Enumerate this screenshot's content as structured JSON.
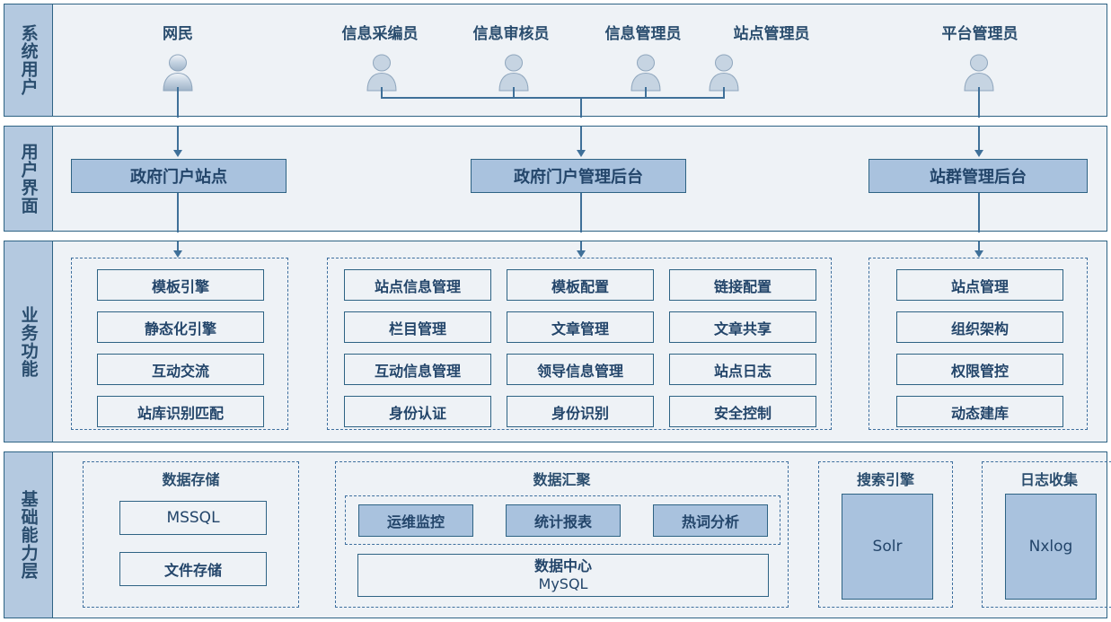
{
  "bands": [
    {
      "id": "users",
      "label": "系统用户"
    },
    {
      "id": "ui",
      "label": "用户界面"
    },
    {
      "id": "biz",
      "label": "业务功能"
    },
    {
      "id": "infra",
      "label": "基础能力层"
    }
  ],
  "users": [
    {
      "label": "网民",
      "icon": "person-icon"
    },
    {
      "label": "信息采编员",
      "icon": "person-icon"
    },
    {
      "label": "信息审核员",
      "icon": "person-icon"
    },
    {
      "label": "信息管理员",
      "icon": "person-icon"
    },
    {
      "label": "站点管理员",
      "icon": "person-icon"
    },
    {
      "label": "平台管理员",
      "icon": "person-icon"
    }
  ],
  "interfaces": [
    {
      "label": "政府门户站点"
    },
    {
      "label": "政府门户管理后台"
    },
    {
      "label": "站群管理后台"
    }
  ],
  "business": {
    "groups": [
      {
        "id": "portal",
        "items": [
          "模板引擎",
          "静态化引擎",
          "互动交流",
          "站库识别匹配"
        ]
      },
      {
        "id": "backend",
        "columns": [
          [
            "站点信息管理",
            "栏目管理",
            "互动信息管理",
            "身份认证"
          ],
          [
            "模板配置",
            "文章管理",
            "领导信息管理",
            "身份识别"
          ],
          [
            "链接配置",
            "文章共享",
            "站点日志",
            "安全控制"
          ]
        ]
      },
      {
        "id": "cluster",
        "items": [
          "站点管理",
          "组织架构",
          "权限管控",
          "动态建库"
        ]
      }
    ]
  },
  "infrastructure": {
    "storage": {
      "title": "数据存储",
      "items": [
        "MSSQL",
        "文件存储"
      ]
    },
    "aggregation": {
      "title": "数据汇聚",
      "tools": [
        "运维监控",
        "统计报表",
        "热词分析"
      ],
      "center_line1": "数据中心",
      "center_line2": "MySQL"
    },
    "search": {
      "title": "搜索引擎",
      "item": "Solr"
    },
    "logging": {
      "title": "日志收集",
      "item": "Nxlog"
    }
  },
  "colors": {
    "band_border": "#2e6384",
    "band_bg": "#eef2f6",
    "label_bg": "#b4c9e0",
    "box_fill": "#a9c2de",
    "text": "#23456a",
    "connector": "#3f7099"
  }
}
